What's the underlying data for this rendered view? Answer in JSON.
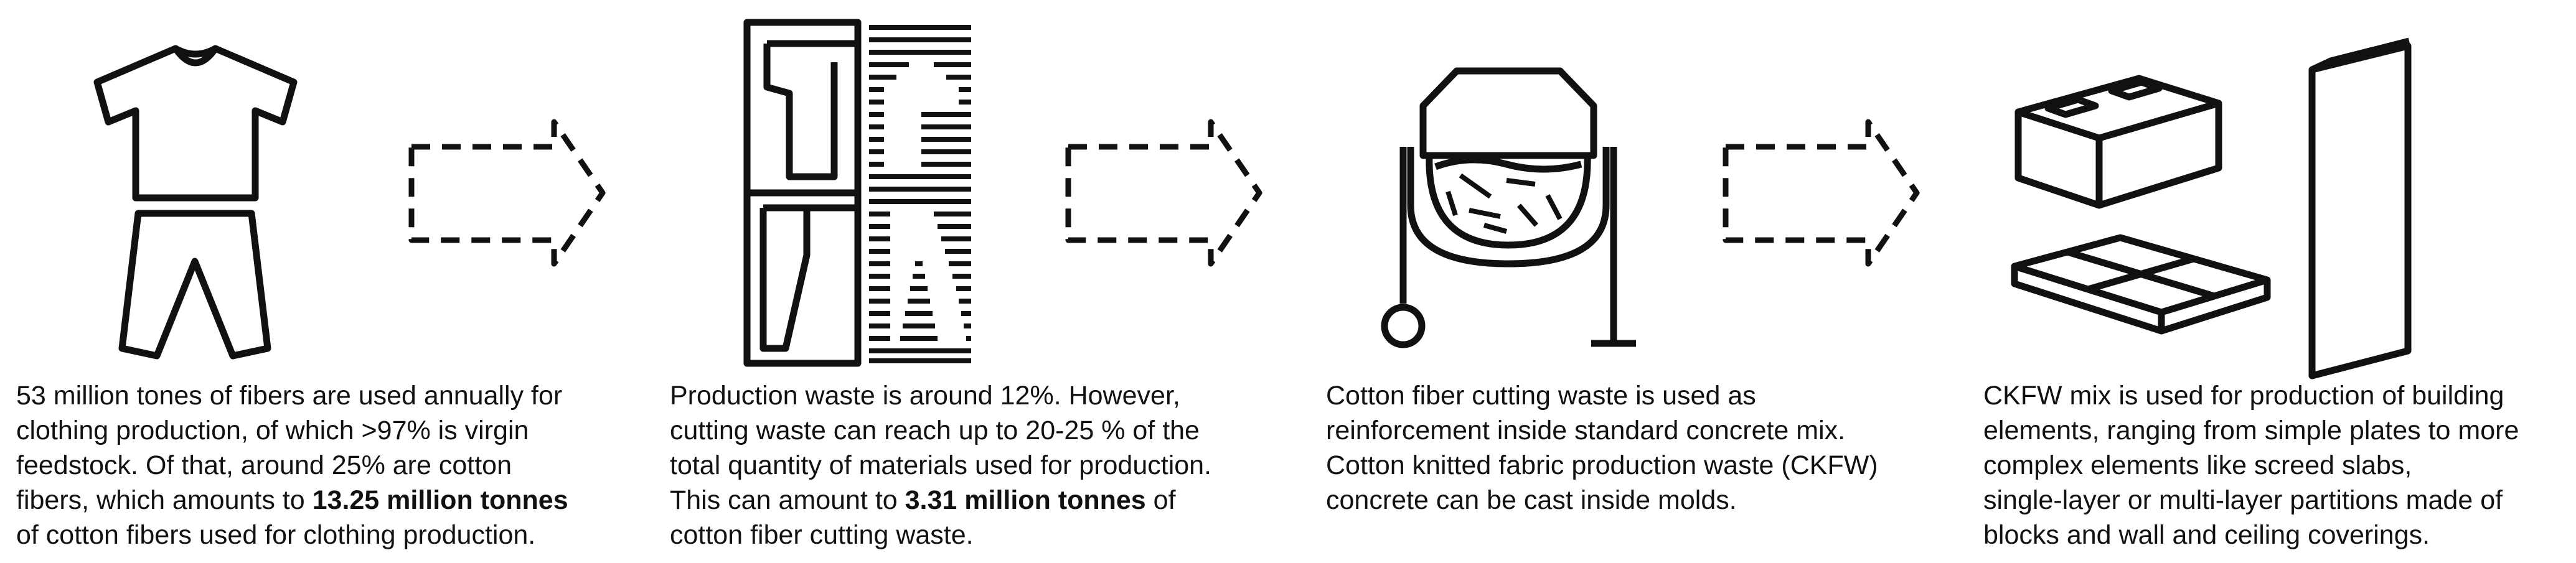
{
  "steps": [
    {
      "icon": "clothing-icon",
      "lines": [
        [
          {
            "t": "53 million tones of fibers are used annually for"
          }
        ],
        [
          {
            "t": "clothing production, of which >97%  is virgin"
          }
        ],
        [
          {
            "t": "feedstock. Of that, around 25% are cotton"
          }
        ],
        [
          {
            "t": "fibers, which amounts to "
          },
          {
            "t": "13.25 million tonnes",
            "b": true
          }
        ],
        [
          {
            "t": "of cotton fibers used for clothing production."
          }
        ]
      ]
    },
    {
      "icon": "cutting-pattern-icon",
      "lines": [
        [
          {
            "t": "Production waste is around 12%. However,"
          }
        ],
        [
          {
            "t": "cutting waste can reach up to 20-25 % of the"
          }
        ],
        [
          {
            "t": "total quantity of materials used for production."
          }
        ],
        [
          {
            "t": "This can amount to "
          },
          {
            "t": "3.31 million tonnes",
            "b": true
          },
          {
            "t": " of"
          }
        ],
        [
          {
            "t": "cotton fiber cutting waste."
          }
        ]
      ]
    },
    {
      "icon": "concrete-mixer-icon",
      "lines": [
        [
          {
            "t": "Cotton fiber cutting waste is used as"
          }
        ],
        [
          {
            "t": "reinforcement inside standard concrete mix."
          }
        ],
        [
          {
            "t": "Cotton knitted fabric production waste (CKFW)"
          }
        ],
        [
          {
            "t": "concrete can be cast inside molds."
          }
        ]
      ]
    },
    {
      "icon": "building-elements-icon",
      "lines": [
        [
          {
            "t": "CKFW mix is used for production of building"
          }
        ],
        [
          {
            "t": "elements, ranging from simple plates to more"
          }
        ],
        [
          {
            "t": "complex elements like screed slabs,"
          }
        ],
        [
          {
            "t": "single-layer or multi-layer partitions made of"
          }
        ],
        [
          {
            "t": "blocks and wall and ceiling coverings."
          }
        ]
      ]
    }
  ],
  "arrows": [
    "dashed-arrow-icon",
    "dashed-arrow-icon",
    "dashed-arrow-icon"
  ]
}
